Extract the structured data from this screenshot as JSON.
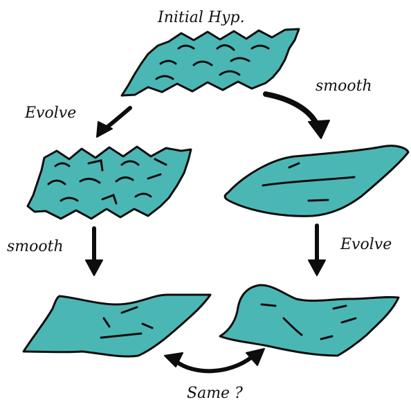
{
  "colors": {
    "sheet_fill": "#4bb7b5",
    "ink": "#0d0d0d",
    "background": "#ffffff"
  },
  "labels": {
    "top": "Initial Hyp.",
    "smooth_right": "smooth",
    "evolve_left": "Evolve",
    "smooth_left": "smooth",
    "evolve_right": "Evolve",
    "bottom": "Same ?"
  }
}
